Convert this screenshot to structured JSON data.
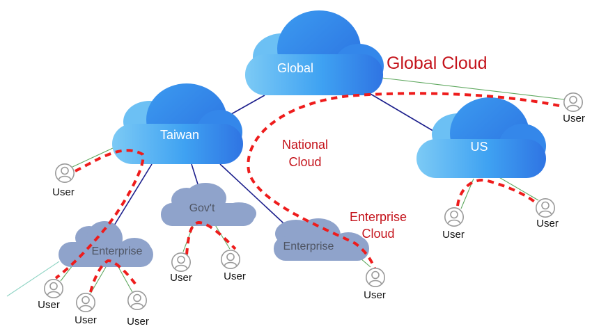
{
  "title": "Global / National / Enterprise cloud hierarchy",
  "colors": {
    "blue_cloud_light": "#7ccaf5",
    "blue_cloud_dark": "#2f7de6",
    "gray_cloud": "#8fa3cb",
    "hierarchy_link": "#1c1f8c",
    "user_link": "#5fa85f",
    "boundary_dash": "#ee1c1c",
    "region_label": "#c4131b",
    "user_icon": "#9a9a9a"
  },
  "clouds": {
    "global": {
      "label": "Global"
    },
    "taiwan": {
      "label": "Taiwan"
    },
    "us": {
      "label": "US"
    },
    "govt": {
      "label": "Gov't"
    },
    "enterprise_left": {
      "label": "Enterprise"
    },
    "enterprise_right": {
      "label": "Enterprise"
    }
  },
  "regions": {
    "global": "Global Cloud",
    "national_line1": "National",
    "national_line2": "Cloud",
    "enterprise_line1": "Enterprise",
    "enterprise_line2": "Cloud"
  },
  "users": [
    {
      "id": "global-user",
      "label": "User"
    },
    {
      "id": "taiwan-user",
      "label": "User"
    },
    {
      "id": "us-user-1",
      "label": "User"
    },
    {
      "id": "us-user-2",
      "label": "User"
    },
    {
      "id": "govt-user-1",
      "label": "User"
    },
    {
      "id": "govt-user-2",
      "label": "User"
    },
    {
      "id": "ent-left-user-1",
      "label": "User"
    },
    {
      "id": "ent-left-user-2",
      "label": "User"
    },
    {
      "id": "ent-left-user-3",
      "label": "User"
    },
    {
      "id": "ent-right-user",
      "label": "User"
    }
  ]
}
